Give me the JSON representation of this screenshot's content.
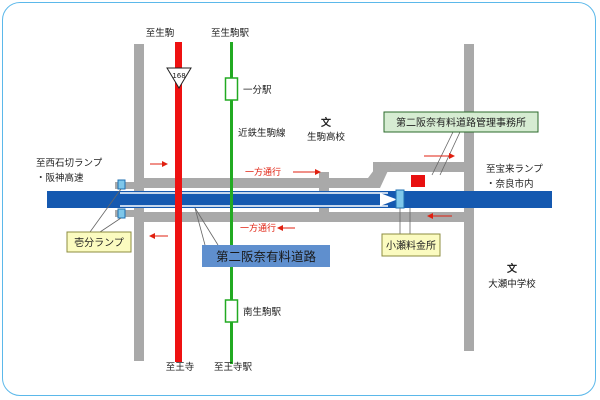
{
  "labels": {
    "to_ikoma": "至生駒",
    "to_ikoma_station": "至生駒駅",
    "to_nishiishikiri": "至西石切ランプ",
    "to_hanshin": "・阪神高速",
    "to_hourai": "至宝来ランプ",
    "to_nara": "・奈良市内",
    "to_ouji": "至王寺",
    "to_ouji_station": "至王寺駅",
    "ichibu_station": "一分駅",
    "kintetsu_line": "近鉄生駒線",
    "ikoma_high_school": "生駒高校",
    "minami_ikoma_station": "南生駒駅",
    "oose_junior_high": "大瀬中学校",
    "one_way_top": "一方通行",
    "one_way_bottom": "一方通行",
    "office": "第二阪奈有料道路管理事務所",
    "toll_gate": "小瀬料金所",
    "ichibu_ramp": "壱分ランプ",
    "road_name": "第二阪奈有料道路",
    "route_number": "168",
    "school_symbol_1": "文",
    "school_symbol_2": "文"
  },
  "colors": {
    "highway": "#1559b0",
    "road": "#a9a9a9",
    "route168": "#ee1111",
    "railway": "#22aa22",
    "office_marker": "#e81010",
    "office_label_bg": "#d6ecd2",
    "toll_label_bg": "#fbfbc0",
    "ramp_label_bg": "#fbfbc0",
    "road_name_bg": "#5f8fce",
    "frame": "#5bb8ea"
  },
  "icons": [
    "route-shield-icon",
    "school-icon",
    "office-marker-icon",
    "direction-arrow-icon"
  ]
}
